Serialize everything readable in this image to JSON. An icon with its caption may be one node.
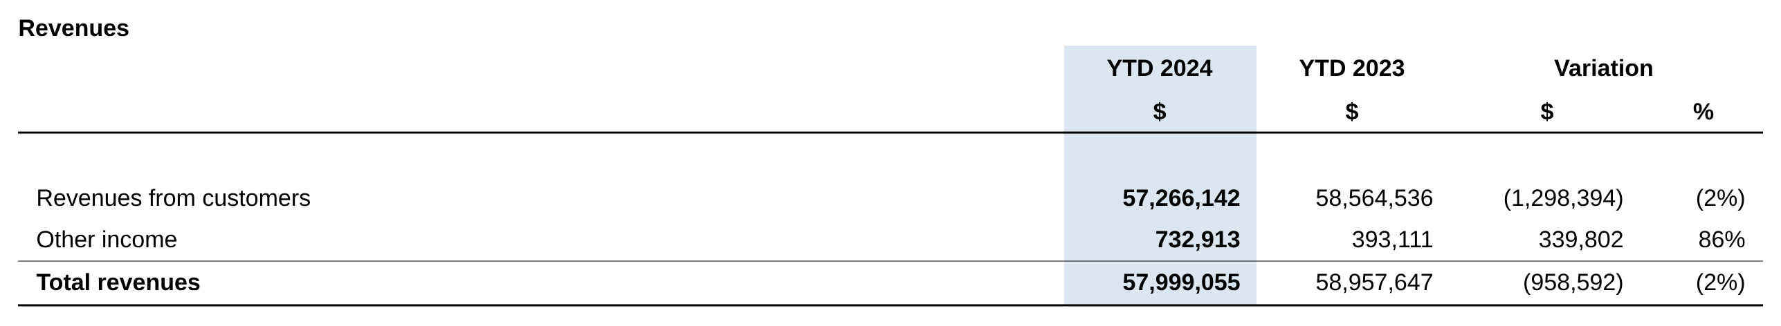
{
  "diagram": {
    "title": "Revenues",
    "labels": [
      "YTD 2024",
      "YTD 2023",
      "Variation",
      "$",
      "$",
      "$",
      "%",
      "Revenues from customers",
      "57,266,142",
      "58,564,536",
      "(1,298,394)",
      "(2%)",
      "Other income",
      "732,913",
      "393,111",
      "339,802",
      "86%",
      "Total revenues",
      "57,999,055",
      "58,957,647",
      "(958,592)",
      "(2%)"
    ]
  }
}
